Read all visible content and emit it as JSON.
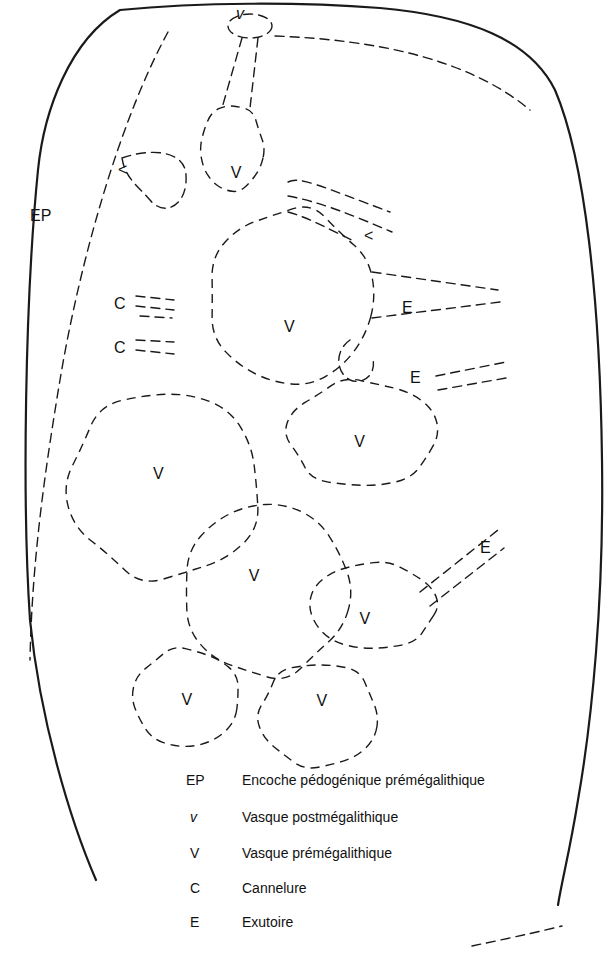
{
  "diagram": {
    "nodes": [
      {
        "text": [
          "V"
        ]
      },
      {
        "text": [
          "V"
        ]
      },
      {
        "text": [
          "V"
        ]
      },
      {
        "text": [
          "V"
        ]
      },
      {
        "text": [
          "V"
        ]
      },
      {
        "text": [
          "V"
        ]
      },
      {
        "text": [
          "V"
        ]
      },
      {
        "text": [
          "V"
        ]
      }
    ],
    "labels": [
      "EP",
      "v",
      "<",
      "<",
      "C",
      "C",
      "E",
      "E",
      "E",
      "EP",
      "v",
      "V",
      "C",
      "E"
    ],
    "legend": [
      {
        "text": "Encoche pédogénique prémégalithique"
      },
      {
        "text": "Vasque postmégalithique"
      },
      {
        "text": "Vasque prémégalithique"
      },
      {
        "text": "Cannelure"
      },
      {
        "text": "Exutoire"
      }
    ]
  }
}
